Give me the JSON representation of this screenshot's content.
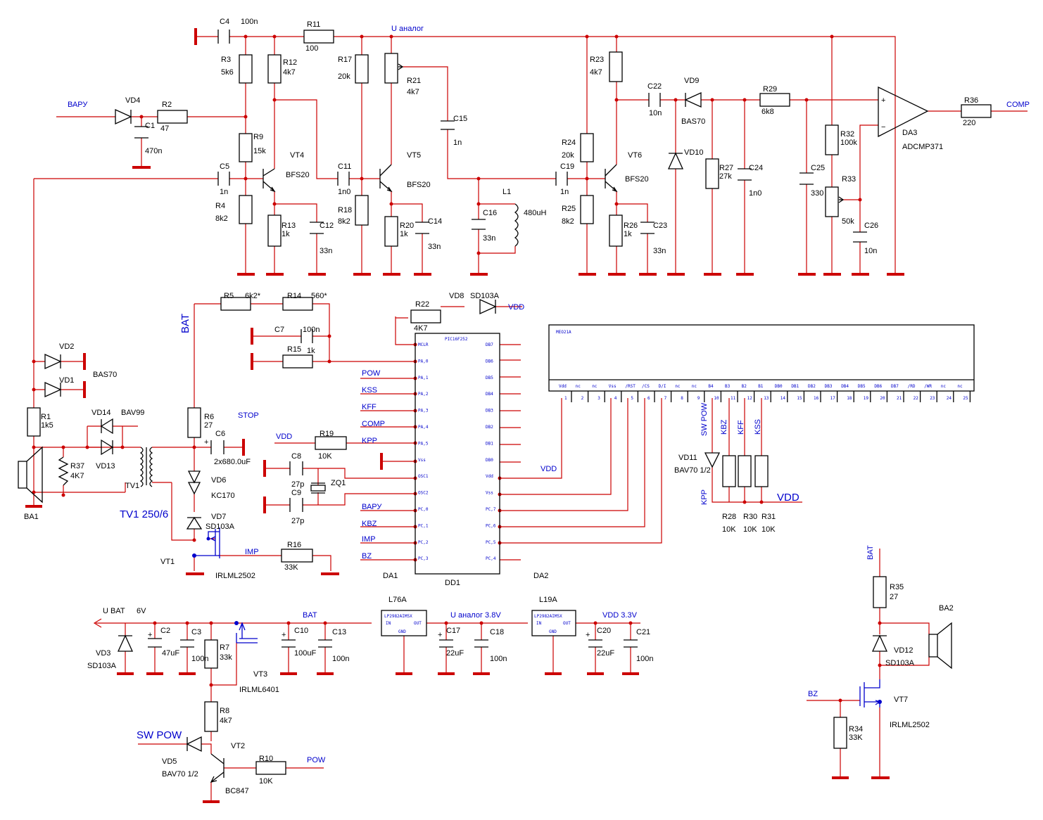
{
  "labels": [
    {
      "id": "C4",
      "t": "C4"
    },
    {
      "id": "v100n_c4",
      "t": "100n"
    },
    {
      "id": "R11",
      "t": "R11"
    },
    {
      "id": "v100",
      "t": "100"
    },
    {
      "id": "uanalog",
      "t": "U аналог",
      "cls": "net"
    },
    {
      "id": "R3",
      "t": "R3"
    },
    {
      "id": "v5k6",
      "t": "5k6"
    },
    {
      "id": "R12",
      "t": "R12"
    },
    {
      "id": "v4k7_r12",
      "t": "4k7"
    },
    {
      "id": "R17",
      "t": "R17"
    },
    {
      "id": "v20k_r17",
      "t": "20k"
    },
    {
      "id": "R21",
      "t": "R21"
    },
    {
      "id": "v4k7_r21",
      "t": "4k7"
    },
    {
      "id": "R23",
      "t": "R23"
    },
    {
      "id": "v4k7_r23",
      "t": "4k7"
    },
    {
      "id": "VARU",
      "t": "ВАРУ",
      "cls": "net"
    },
    {
      "id": "VD4",
      "t": "VD4"
    },
    {
      "id": "R2",
      "t": "R2"
    },
    {
      "id": "v47",
      "t": "47"
    },
    {
      "id": "C1",
      "t": "C1"
    },
    {
      "id": "v470n",
      "t": "470n"
    },
    {
      "id": "R9",
      "t": "R9"
    },
    {
      "id": "v15k",
      "t": "15k"
    },
    {
      "id": "VT4",
      "t": "VT4"
    },
    {
      "id": "BFS20_4",
      "t": "BFS20"
    },
    {
      "id": "C5",
      "t": "C5"
    },
    {
      "id": "v1n_c5",
      "t": "1n"
    },
    {
      "id": "R4",
      "t": "R4"
    },
    {
      "id": "v8k2_r4",
      "t": "8k2"
    },
    {
      "id": "R13",
      "t": "R13"
    },
    {
      "id": "v1k_r13",
      "t": "1k"
    },
    {
      "id": "C12",
      "t": "C12"
    },
    {
      "id": "v33n_c12",
      "t": "33n"
    },
    {
      "id": "C11",
      "t": "C11"
    },
    {
      "id": "v1n0_c11",
      "t": "1n0"
    },
    {
      "id": "R18",
      "t": "R18"
    },
    {
      "id": "v8k2_r18",
      "t": "8k2"
    },
    {
      "id": "VT5",
      "t": "VT5"
    },
    {
      "id": "BFS20_5",
      "t": "BFS20"
    },
    {
      "id": "R20",
      "t": "R20"
    },
    {
      "id": "v1k_r20",
      "t": "1k"
    },
    {
      "id": "C14",
      "t": "C14"
    },
    {
      "id": "v33n_c14",
      "t": "33n"
    },
    {
      "id": "C15",
      "t": "C15"
    },
    {
      "id": "v1n_c15",
      "t": "1n"
    },
    {
      "id": "L1",
      "t": "L1"
    },
    {
      "id": "v480uH",
      "t": "480uH"
    },
    {
      "id": "C16",
      "t": "C16"
    },
    {
      "id": "v33n_c16",
      "t": "33n"
    },
    {
      "id": "C22",
      "t": "C22"
    },
    {
      "id": "v10n_c22",
      "t": "10n"
    },
    {
      "id": "VD9",
      "t": "VD9"
    },
    {
      "id": "BAS70_9",
      "t": "BAS70"
    },
    {
      "id": "R29",
      "t": "R29"
    },
    {
      "id": "v6k8",
      "t": "6k8"
    },
    {
      "id": "R36",
      "t": "R36"
    },
    {
      "id": "v220",
      "t": "220"
    },
    {
      "id": "COMP",
      "t": "COMP",
      "cls": "net"
    },
    {
      "id": "DA3",
      "t": "DA3"
    },
    {
      "id": "ADCMP371",
      "t": "ADCMP371"
    },
    {
      "id": "R24",
      "t": "R24"
    },
    {
      "id": "v20k_r24",
      "t": "20k"
    },
    {
      "id": "C19",
      "t": "C19"
    },
    {
      "id": "v1n_c19",
      "t": "1n"
    },
    {
      "id": "VT6",
      "t": "VT6"
    },
    {
      "id": "BFS20_6",
      "t": "BFS20"
    },
    {
      "id": "R25",
      "t": "R25"
    },
    {
      "id": "v8k2_r25",
      "t": "8k2"
    },
    {
      "id": "R26",
      "t": "R26"
    },
    {
      "id": "v1k_r26",
      "t": "1k"
    },
    {
      "id": "C23",
      "t": "C23"
    },
    {
      "id": "v33n_c23",
      "t": "33n"
    },
    {
      "id": "VD10",
      "t": "VD10"
    },
    {
      "id": "R27",
      "t": "R27"
    },
    {
      "id": "v27k",
      "t": "27k"
    },
    {
      "id": "C24",
      "t": "C24"
    },
    {
      "id": "v1n0_c24",
      "t": "1n0"
    },
    {
      "id": "C25",
      "t": "C25"
    },
    {
      "id": "v330",
      "t": "330"
    },
    {
      "id": "R32",
      "t": "R32"
    },
    {
      "id": "v100k",
      "t": "100k"
    },
    {
      "id": "R33",
      "t": "R33"
    },
    {
      "id": "v50k",
      "t": "50k"
    },
    {
      "id": "C26",
      "t": "C26"
    },
    {
      "id": "v10n_c26",
      "t": "10n"
    },
    {
      "id": "BAT1",
      "t": "BAT",
      "cls": "big"
    },
    {
      "id": "R5",
      "t": "R5"
    },
    {
      "id": "v6k2s",
      "t": "6k2*"
    },
    {
      "id": "R14",
      "t": "R14"
    },
    {
      "id": "v560s",
      "t": "560*"
    },
    {
      "id": "C7",
      "t": "C7"
    },
    {
      "id": "v100n_c7",
      "t": "100n"
    },
    {
      "id": "R15",
      "t": "R15"
    },
    {
      "id": "v1k_r15",
      "t": "1k"
    },
    {
      "id": "VD2",
      "t": "VD2"
    },
    {
      "id": "BAS70_2",
      "t": "BAS70"
    },
    {
      "id": "VD1",
      "t": "VD1"
    },
    {
      "id": "R1",
      "t": "R1"
    },
    {
      "id": "v1k5",
      "t": "1k5"
    },
    {
      "id": "VD14",
      "t": "VD14"
    },
    {
      "id": "BAV99",
      "t": "BAV99"
    },
    {
      "id": "VD13",
      "t": "VD13"
    },
    {
      "id": "R37",
      "t": "R37"
    },
    {
      "id": "v4K7_r37",
      "t": "4K7"
    },
    {
      "id": "BA1",
      "t": "BA1"
    },
    {
      "id": "TV1",
      "t": "TV1"
    },
    {
      "id": "TV1v",
      "t": "TV1 250/6",
      "cls": "big"
    },
    {
      "id": "R6",
      "t": "R6"
    },
    {
      "id": "v27_r6",
      "t": "27"
    },
    {
      "id": "STOP",
      "t": "STOP",
      "cls": "net"
    },
    {
      "id": "C6",
      "t": "C6"
    },
    {
      "id": "v2x680",
      "t": "2x680.0uF"
    },
    {
      "id": "VD6",
      "t": "VD6"
    },
    {
      "id": "KC170",
      "t": "KC170"
    },
    {
      "id": "VD7",
      "t": "VD7"
    },
    {
      "id": "SD103A_7",
      "t": "SD103A"
    },
    {
      "id": "VT1",
      "t": "VT1"
    },
    {
      "id": "IRLML2502_1",
      "t": "IRLML2502"
    },
    {
      "id": "IMP1",
      "t": "IMP",
      "cls": "net"
    },
    {
      "id": "R16",
      "t": "R16"
    },
    {
      "id": "v33K_r16",
      "t": "33K"
    },
    {
      "id": "R22",
      "t": "R22"
    },
    {
      "id": "v4K7_r22",
      "t": "4K7"
    },
    {
      "id": "VD8",
      "t": "VD8"
    },
    {
      "id": "SD103A_8",
      "t": "SD103A"
    },
    {
      "id": "VDD1",
      "t": "VDD",
      "cls": "net"
    },
    {
      "id": "POW1",
      "t": "POW",
      "cls": "net"
    },
    {
      "id": "KSS1",
      "t": "KSS",
      "cls": "net"
    },
    {
      "id": "KFF1",
      "t": "KFF",
      "cls": "net"
    },
    {
      "id": "COMP2",
      "t": "COMP",
      "cls": "net"
    },
    {
      "id": "KPP1",
      "t": "KPP",
      "cls": "net"
    },
    {
      "id": "VDD2",
      "t": "VDD",
      "cls": "net"
    },
    {
      "id": "R19",
      "t": "R19"
    },
    {
      "id": "v10K_r19",
      "t": "10K"
    },
    {
      "id": "C8",
      "t": "C8"
    },
    {
      "id": "v27p_c8",
      "t": "27p"
    },
    {
      "id": "ZQ1",
      "t": "ZQ1"
    },
    {
      "id": "C9",
      "t": "C9"
    },
    {
      "id": "v27p_c9",
      "t": "27p"
    },
    {
      "id": "VARU2",
      "t": "ВАРУ",
      "cls": "net"
    },
    {
      "id": "KBZ1",
      "t": "KBZ",
      "cls": "net"
    },
    {
      "id": "IMP2",
      "t": "IMP",
      "cls": "net"
    },
    {
      "id": "BZ1",
      "t": "BZ",
      "cls": "net"
    },
    {
      "id": "DA1",
      "t": "DA1"
    },
    {
      "id": "DD1",
      "t": "DD1"
    },
    {
      "id": "DA2",
      "t": "DA2"
    },
    {
      "id": "VDD3",
      "t": "VDD",
      "cls": "net"
    },
    {
      "id": "VD11",
      "t": "VD11"
    },
    {
      "id": "BAV70_11",
      "t": "BAV70 1/2"
    },
    {
      "id": "SWPOW1",
      "t": "SW POW",
      "cls": "net"
    },
    {
      "id": "KBZ2",
      "t": "KBZ",
      "cls": "net"
    },
    {
      "id": "KFF2",
      "t": "KFF",
      "cls": "net"
    },
    {
      "id": "KSS2",
      "t": "KSS",
      "cls": "net"
    },
    {
      "id": "KPP2",
      "t": "KPP",
      "cls": "net"
    },
    {
      "id": "VDD4",
      "t": "VDD",
      "cls": "big"
    },
    {
      "id": "R28",
      "t": "R28"
    },
    {
      "id": "R30",
      "t": "R30"
    },
    {
      "id": "R31",
      "t": "R31"
    },
    {
      "id": "v10K_r28",
      "t": "10K"
    },
    {
      "id": "v10K_r30",
      "t": "10K"
    },
    {
      "id": "v10K_r31",
      "t": "10K"
    },
    {
      "id": "UBAT",
      "t": "U BAT"
    },
    {
      "id": "v6V",
      "t": "6V"
    },
    {
      "id": "C2",
      "t": "C2"
    },
    {
      "id": "v47uF",
      "t": "47uF"
    },
    {
      "id": "C3",
      "t": "C3"
    },
    {
      "id": "v100n_c3",
      "t": "100n"
    },
    {
      "id": "VD3",
      "t": "VD3"
    },
    {
      "id": "SD103A_3",
      "t": "SD103A"
    },
    {
      "id": "R7",
      "t": "R7"
    },
    {
      "id": "v33k_r7",
      "t": "33k"
    },
    {
      "id": "VT3",
      "t": "VT3"
    },
    {
      "id": "IRLML6401",
      "t": "IRLML6401"
    },
    {
      "id": "BAT2",
      "t": "BAT",
      "cls": "net"
    },
    {
      "id": "C10",
      "t": "C10"
    },
    {
      "id": "v100uF",
      "t": "100uF"
    },
    {
      "id": "C13",
      "t": "C13"
    },
    {
      "id": "v100n_c13",
      "t": "100n"
    },
    {
      "id": "L76A",
      "t": "L76A"
    },
    {
      "id": "uanalog38",
      "t": "U аналог 3.8V",
      "cls": "net"
    },
    {
      "id": "C17",
      "t": "C17"
    },
    {
      "id": "v22uF_c17",
      "t": "22uF"
    },
    {
      "id": "C18",
      "t": "C18"
    },
    {
      "id": "v100n_c18",
      "t": "100n"
    },
    {
      "id": "L19A",
      "t": "L19A"
    },
    {
      "id": "VDD33",
      "t": "VDD  3.3V",
      "cls": "net"
    },
    {
      "id": "C20",
      "t": "C20"
    },
    {
      "id": "v22uF_c20",
      "t": "22uF"
    },
    {
      "id": "C21",
      "t": "C21"
    },
    {
      "id": "v100n_c21",
      "t": "100n"
    },
    {
      "id": "R8",
      "t": "R8"
    },
    {
      "id": "v4k7_r8",
      "t": "4k7"
    },
    {
      "id": "SWPOW2",
      "t": "SW POW",
      "cls": "big"
    },
    {
      "id": "VD5",
      "t": "VD5"
    },
    {
      "id": "BAV70_5",
      "t": "BAV70 1/2"
    },
    {
      "id": "VT2",
      "t": "VT2"
    },
    {
      "id": "R10",
      "t": "R10"
    },
    {
      "id": "v10K_r10",
      "t": "10K"
    },
    {
      "id": "POW2",
      "t": "POW",
      "cls": "net"
    },
    {
      "id": "BC847",
      "t": "BC847"
    },
    {
      "id": "BAT3",
      "t": "BAT",
      "cls": "net"
    },
    {
      "id": "R35",
      "t": "R35"
    },
    {
      "id": "v27_r35",
      "t": "27"
    },
    {
      "id": "BA2",
      "t": "BA2"
    },
    {
      "id": "VD12",
      "t": "VD12"
    },
    {
      "id": "SD103A_12",
      "t": "SD103A"
    },
    {
      "id": "BZ2",
      "t": "BZ",
      "cls": "net"
    },
    {
      "id": "VT7",
      "t": "VT7"
    },
    {
      "id": "R34",
      "t": "R34"
    },
    {
      "id": "v33K_r34",
      "t": "33K"
    },
    {
      "id": "IRLML2502_7",
      "t": "IRLML2502"
    }
  ],
  "mcu": {
    "name": "PIC16F252",
    "left_pins": [
      "MCLR",
      "PA,0",
      "PA,1",
      "PA,2",
      "PA,3",
      "PA,4",
      "PA,5",
      "Vss",
      "OSC1",
      "OSC2",
      "PC,0",
      "PC,1",
      "PC,2",
      "PC,3"
    ],
    "right_pins": [
      "DB7",
      "DB6",
      "DB5",
      "DB4",
      "DB3",
      "DB2",
      "DB1",
      "DB0",
      "Vdd",
      "Vss",
      "PC,7",
      "PC,6",
      "PC,5",
      "PC,4"
    ]
  },
  "lcd": {
    "name": "MEO21A",
    "pins": [
      "Vdd",
      "nc",
      "nc",
      "Vss",
      "/RST",
      "/CS",
      "D/I",
      "nc",
      "nc",
      "B4",
      "B3",
      "B2",
      "B1",
      "DB0",
      "DB1",
      "DB2",
      "DB3",
      "DB4",
      "DB5",
      "DB6",
      "DB7",
      "/RD",
      "/WR",
      "nc",
      "nc"
    ],
    "numbers": [
      "1",
      "2",
      "3",
      "4",
      "5",
      "6",
      "7",
      "8",
      "9",
      "10",
      "11",
      "12",
      "13",
      "14",
      "15",
      "16",
      "17",
      "18",
      "19",
      "20",
      "21",
      "22",
      "23",
      "24",
      "25"
    ]
  },
  "regulators": [
    {
      "part": "LP2982AIM5X",
      "in": "IN",
      "out": "OUT",
      "gnd": "GND"
    },
    {
      "part": "LP2982AIM5X",
      "in": "IN",
      "out": "OUT",
      "gnd": "GND"
    }
  ]
}
